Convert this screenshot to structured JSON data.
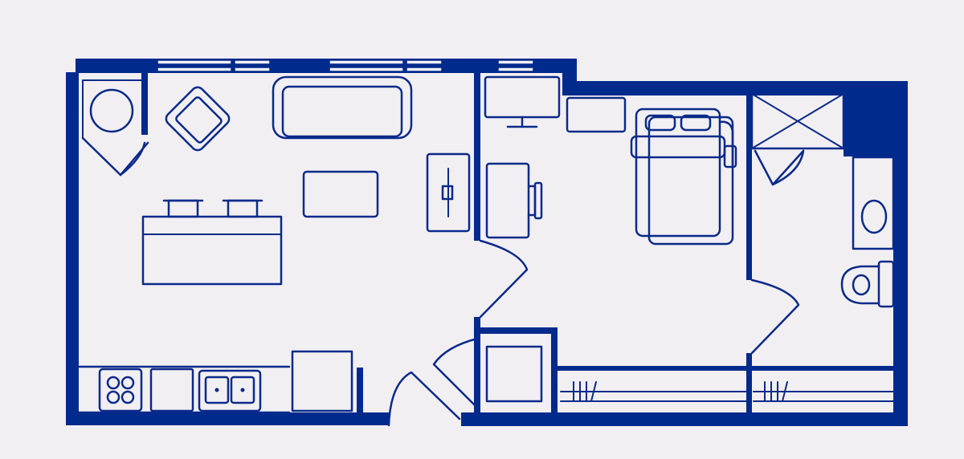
{
  "diagram": {
    "type": "floor-plan",
    "colors": {
      "background": "#F2EFF2",
      "wall": "#002A8C",
      "line": "#0A2A8A"
    },
    "rooms": [
      "living-kitchen",
      "bedroom",
      "bathroom",
      "entry-closet"
    ],
    "fixtures": [
      "round-table",
      "armchair",
      "sofa",
      "coffee-table",
      "tv-stand",
      "kitchen-island",
      "bar-stool",
      "bar-stool",
      "stove",
      "counter",
      "double-sink",
      "refrigerator",
      "desk",
      "desk-chair",
      "monitor",
      "dresser",
      "double-bed",
      "nightstand",
      "shower",
      "vanity-sink",
      "toilet",
      "washer-dryer",
      "wardrobe-rod",
      "wardrobe-rod"
    ]
  }
}
